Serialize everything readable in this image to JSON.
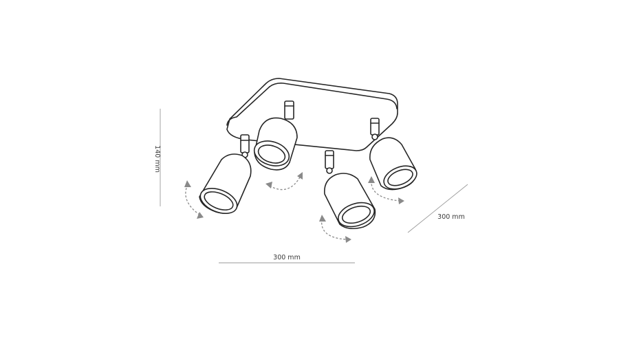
{
  "dimensions": {
    "height_label": "140 mm",
    "width_label": "300 mm",
    "depth_label": "300 mm"
  },
  "colors": {
    "line": "#262626",
    "dimension_line": "#9a9a9a",
    "rotation_arrow": "#8a8a8a",
    "background": "#ffffff"
  }
}
